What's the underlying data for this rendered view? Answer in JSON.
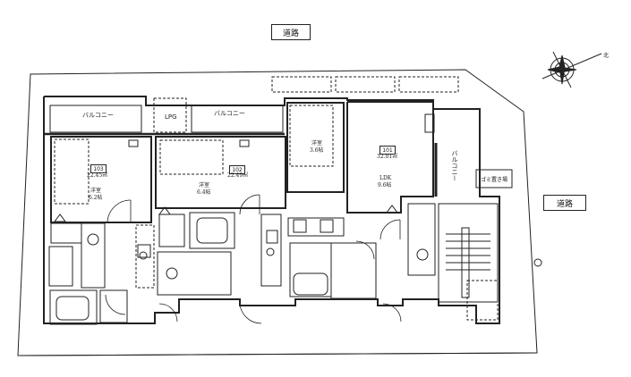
{
  "road_labels": {
    "top": "道路",
    "right": "道路"
  },
  "balconies": {
    "left": "バルコニー",
    "middle": "バルコニー",
    "right": "バルコニー"
  },
  "lpg": "LPG",
  "garbage": "ゴミ置き場",
  "units": [
    {
      "number": "103",
      "area": "22.45㎡",
      "room_type": "洋室",
      "room_size": "6.2帖"
    },
    {
      "number": "102",
      "area": "22.49㎡",
      "room_type": "洋室",
      "room_size": "6.4帖"
    },
    {
      "number": "101",
      "area": "32.01㎡",
      "room_type": "LDK",
      "room_size": "9.6帖",
      "sub_room_type": "洋室",
      "sub_room_size": "3.6帖"
    }
  ],
  "compass_mark": "北"
}
